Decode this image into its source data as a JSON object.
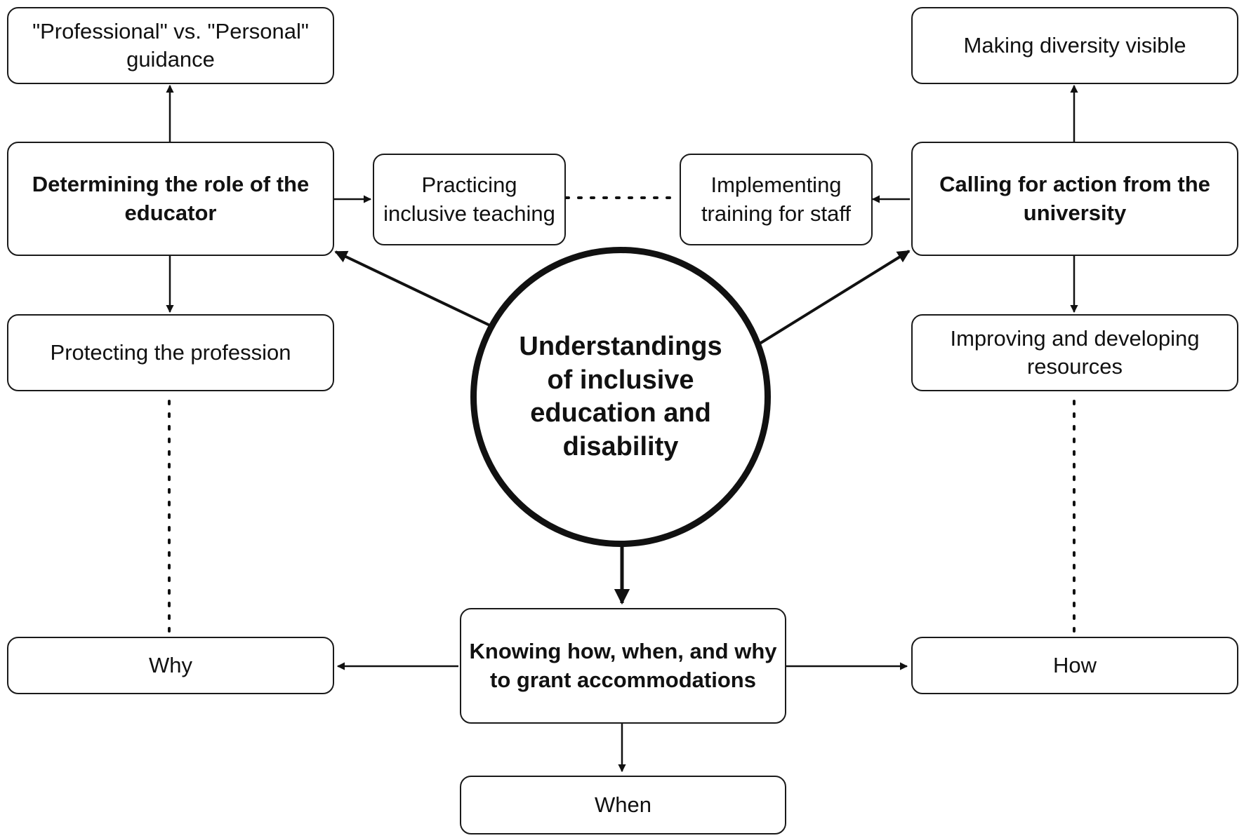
{
  "center": "Understandings of inclusive education and disability",
  "nodes": {
    "professional_personal": "\"Professional\" vs. \"Personal\" guidance",
    "determining_role": "Determining the role of the educator",
    "protecting_profession": "Protecting the profession",
    "why": "Why",
    "practicing_teaching": "Practicing inclusive teaching",
    "implementing_training": "Implementing training for staff",
    "making_diversity": "Making diversity visible",
    "calling_action": "Calling for action from the university",
    "improving_resources": "Improving and developing resources",
    "how": "How",
    "knowing_accommodations": "Knowing how, when, and why to grant accommodations",
    "when": "When"
  },
  "colors": {
    "line": "#111111",
    "fill": "#ffffff"
  }
}
